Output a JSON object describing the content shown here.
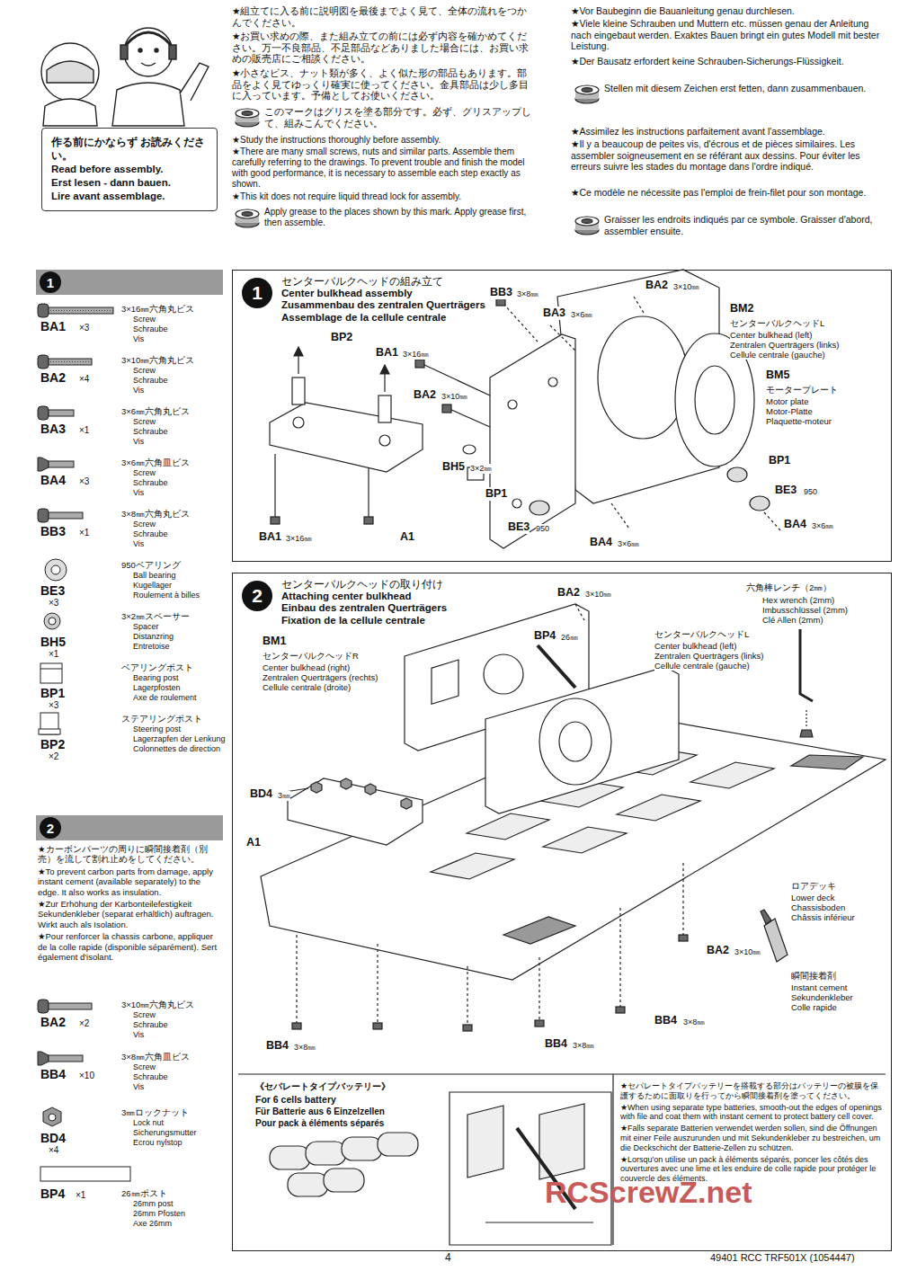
{
  "diagram": {
    "nodes": [
      {
        "text": [
          "作る前にかならず お読みください。",
          "Read before assembly.",
          "Erst lesen - dann bauen.",
          "Lire avant assemblage."
        ]
      },
      {
        "text": [
          "1"
        ]
      },
      {
        "text": [
          "2"
        ]
      },
      {
        "text": [
          "センターバルクヘッドの組み立て",
          "Center bulkhead assembly",
          "Zusammenbau des zentralen Querträgers",
          "Assemblage de la cellule centrale"
        ]
      },
      {
        "text": [
          "1"
        ],
        "in": 3
      },
      {
        "text": [
          "センターバルクヘッドの取り付け",
          "Attaching center bulkhead",
          "Einbau des zentralen Querträgers",
          "Fixation de la cellule centrale"
        ]
      },
      {
        "text": [
          "2"
        ],
        "in": 5
      }
    ],
    "labels": [
      "★組立てに入る前に説明図を最後までよく見て、全体の流れをつかんでください。",
      "★お買い求めの際、また組み立ての前には必ず内容を確かめてください。万一不良部品、不足部品などありました場合には、お買い求めの販売店にご相談ください。",
      "★小さなビス、ナット類が多く、よく似た形の部品もあります。部品をよく見てゆっくり確実に使ってください。金具部品は少し多目に入っています。予備としてお使いください。",
      "このマークはグリスを塗る部分です。必ず、グリスアップして、組みこんでください。",
      "★Study the instructions thoroughly before assembly.",
      "★There are many small screws, nuts and similar parts. Assemble them carefully referring to the drawings. To prevent trouble and finish the model with good performance, it is necessary to assemble each step exactly as shown.",
      "★This kit does not require liquid thread lock for assembly.",
      "Apply grease to the places shown by this mark. Apply grease first, then assemble.",
      "★Vor Baubeginn die Bauanleitung genau durchlesen.",
      "★Viele kleine Schrauben und Muttern etc. müssen genau der Anleitung nach eingebaut werden. Exaktes Bauen bringt ein gutes Modell mit bester Leistung.",
      "★Der Bausatz erfordert keine Schrauben-Sicherungs-Flüssigkeit.",
      "Stellen mit diesem Zeichen erst fetten, dann zusammenbauen.",
      "★Assimilez les instructions parfaitement avant l'assemblage.",
      "★Il y a beaucoup de peites vis, d'écrous et de pièces similaires. Les assembler soigneusement en se référant aux dessins. Pour éviter les erreurs suivre les stades du montage dans l'ordre indiqué.",
      "★Ce modèle ne nécessite pas l'emploi de frein-filet pour son montage.",
      "Graisser les endroits indiqués par ce symbole. Graisser d'abord, assembler ensuite.",
      "3×16㎜六角丸ビス",
      "Screw",
      "Schraube",
      "Vis",
      "BA1",
      "×3",
      "3×10㎜六角丸ビス",
      "Screw",
      "Schraube",
      "Vis",
      "BA2",
      "×4",
      "3×6㎜六角丸ビス",
      "Screw",
      "Schraube",
      "Vis",
      "BA3",
      "×1",
      "3×6㎜六角皿ビス",
      "Screw",
      "Schraube",
      "Vis",
      "BA4",
      "×3",
      "3×8㎜六角丸ビス",
      "Screw",
      "Schraube",
      "Vis",
      "BB3",
      "×1",
      "950ベアリング",
      "Ball bearing",
      "Kugellager",
      "Roulement à billes",
      "BE3",
      "×3",
      "3×2㎜スペーサー",
      "Spacer",
      "Distanzring",
      "Entretoise",
      "BH5",
      "×1",
      "ベアリングポスト",
      "Bearing post",
      "Lagerpfosten",
      "Axe de roulement",
      "BP1",
      "×3",
      "ステアリングポスト",
      "Steering post",
      "Lagerzapfen der Lenkung",
      "Colonnettes de direction",
      "BP2",
      "×2",
      "★カーボンパーツの周りに瞬間接着剤（別売）を流して割れ止めをしてください。",
      "★To prevent carbon parts from damage, apply instant cement (available separately) to the edge. It also works as insulation.",
      "★Zur Erhöhung der Karbonteilefestigkeit Sekundenkleber (separat erhältlich) auftragen. Wirkt auch als Isolation.",
      "★Pour renforcer la chassis carbone, appliquer de la colle rapide (disponible séparément). Sert également d'isolant.",
      "3×10㎜六角丸ビス",
      "Screw",
      "Schraube",
      "Vis",
      "BA2",
      "×2",
      "3×8㎜六角皿ビス",
      "Screw",
      "Schraube",
      "Vis",
      "BB4",
      "×10",
      "3㎜ロックナット",
      "Lock nut",
      "Sicherungsmutter",
      "Ecrou nylstop",
      "BD4",
      "×4",
      "26㎜ポスト",
      "26mm post",
      "26mm Pfosten",
      "Axe 26mm",
      "BP4",
      "×1",
      "BB3",
      "3×8㎜",
      "BA2",
      "3×10㎜",
      "BA3",
      "3×6㎜",
      "BM2",
      "センターバルクヘッドL",
      "Center bulkhead (left)",
      "Zentralen Querträgers (links)",
      "Cellule centrale (gauche)",
      "BP2",
      "BA1",
      "3×16㎜",
      "BA2",
      "3×10㎜",
      "BM5",
      "モータープレート",
      "Motor plate",
      "Motor-Platte",
      "Plaquette-moteur",
      "BP1",
      "BH5",
      "3×2㎜",
      "BE3",
      "950",
      "BP1",
      "BE3",
      "950",
      "BA4",
      "3×6㎜",
      "BA1",
      "3×16㎜",
      "A1",
      "BA4",
      "3×6㎜",
      "BA2",
      "3×10㎜",
      "六角棒レンチ（2㎜）",
      "Hex wrench (2mm)",
      "Imbusschlüssel (2mm)",
      "Clé Allen (2mm)",
      "BP4",
      "26㎜",
      "センターバルクヘッドL",
      "Center bulkhead (left)",
      "Zentralen Querträgers (links)",
      "Cellule centrale (gauche)",
      "BM1",
      "センターバルクヘッドR",
      "Center bulkhead (right)",
      "Zentralen Querträgers (rechts)",
      "Cellule centrale (droite)",
      "BD4",
      "3㎜",
      "A1",
      "ロアデッキ",
      "Lower deck",
      "Chassisboden",
      "Châssis inférieur",
      "BA2",
      "3×10㎜",
      "瞬間接着剤",
      "Instant cement",
      "Sekundenkleber",
      "Colle rapide",
      "BB4",
      "3×8㎜",
      "BB4",
      "3×8㎜",
      "BB4",
      "3×8㎜",
      "《セパレートタイプバッテリー》",
      "For 6 cells battery",
      "Für Batterie aus 6 Einzelzellen",
      "Pour pack à éléments séparés",
      "★セパレートタイプバッテリーを搭載する部分はバッテリーの被膜を保護するために面取りを行ってから瞬間接着剤を塗ってください。",
      "★When using separate type batteries, smooth-out the edges of openings with file and coat them with instant cement to protect battery cell cover.",
      "★Falls separate Batterien verwendet werden sollen, sind die Öffnungen mit einer Feile auszurunden und mit Sekundenkleber zu bestreichen, um die Deckschicht der Batterie-Zellen zu schützen.",
      "★Lorsqu'on utilise un pack à éléments séparés, poncer les côtés des ouvertures avec une lime et les enduire de colle rapide pour protéger le couvercle des éléments.",
      "RCScrewZ.net",
      "4",
      "49401 RCC TRF501X (1054447)"
    ]
  }
}
